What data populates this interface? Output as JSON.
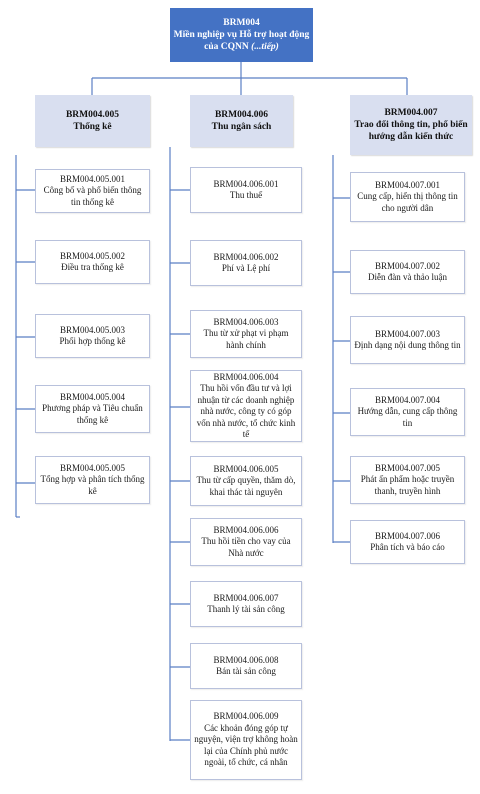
{
  "colors": {
    "root_fill": "#4472c4",
    "category_fill": "#d9dff0",
    "connector": "#5b7fc4",
    "leaf_border": "#b8c1dc"
  },
  "root": {
    "code": "BRM004",
    "title": "Miền nghiệp vụ Hỗ trợ hoạt động của CQNN",
    "suffix": "(...tiếp)"
  },
  "categories": [
    {
      "code": "BRM004.005",
      "name": "Thống kê",
      "items": [
        {
          "code": "BRM004.005.001",
          "name": "Công bố và phổ biến thông tin thống kê"
        },
        {
          "code": "BRM004.005.002",
          "name": "Điều tra thống kê"
        },
        {
          "code": "BRM004.005.003",
          "name": "Phối hợp thống kê"
        },
        {
          "code": "BRM004.005.004",
          "name": "Phương pháp và Tiêu chuẩn thống kê"
        },
        {
          "code": "BRM004.005.005",
          "name": "Tổng hợp và phân tích thống kê"
        }
      ]
    },
    {
      "code": "BRM004.006",
      "name": "Thu ngân sách",
      "items": [
        {
          "code": "BRM004.006.001",
          "name": "Thu thuế"
        },
        {
          "code": "BRM004.006.002",
          "name": "Phí và Lệ phí"
        },
        {
          "code": "BRM004.006.003",
          "name": "Thu từ xử phạt vi phạm hành chính"
        },
        {
          "code": "BRM004.006.004",
          "name": "Thu hồi vốn đầu tư và lợi nhuận từ các doanh nghiệp nhà nước, công ty có góp vốn nhà nước, tổ chức kinh tế"
        },
        {
          "code": "BRM004.006.005",
          "name": "Thu từ cấp quyền, thăm dò, khai thác tài nguyên"
        },
        {
          "code": "BRM004.006.006",
          "name": "Thu hồi tiền cho vay của Nhà nước"
        },
        {
          "code": "BRM004.006.007",
          "name": "Thanh lý tài sản công"
        },
        {
          "code": "BRM004.006.008",
          "name": "Bán tài sản công"
        },
        {
          "code": "BRM004.006.009",
          "name": "Các khoản đóng góp tự nguyện, viện trợ không hoàn lại của Chính phủ nước ngoài, tổ chức, cá nhân"
        }
      ]
    },
    {
      "code": "BRM004.007",
      "name": "Trao đổi thông tin, phổ biến hướng dẫn kiến thức",
      "items": [
        {
          "code": "BRM004.007.001",
          "name": "Cung cấp, hiển thị thông tin cho người dân"
        },
        {
          "code": "BRM004.007.002",
          "name": "Diễn đàn và thảo luận"
        },
        {
          "code": "BRM004.007.003",
          "name": "Định dạng nội dung thông tin"
        },
        {
          "code": "BRM004.007.004",
          "name": "Hướng dẫn, cung cấp thông tin"
        },
        {
          "code": "BRM004.007.005",
          "name": "Phát ấn phẩm hoặc truyền thanh, truyền hình"
        },
        {
          "code": "BRM004.007.006",
          "name": "Phân tích và báo cáo"
        }
      ]
    }
  ]
}
